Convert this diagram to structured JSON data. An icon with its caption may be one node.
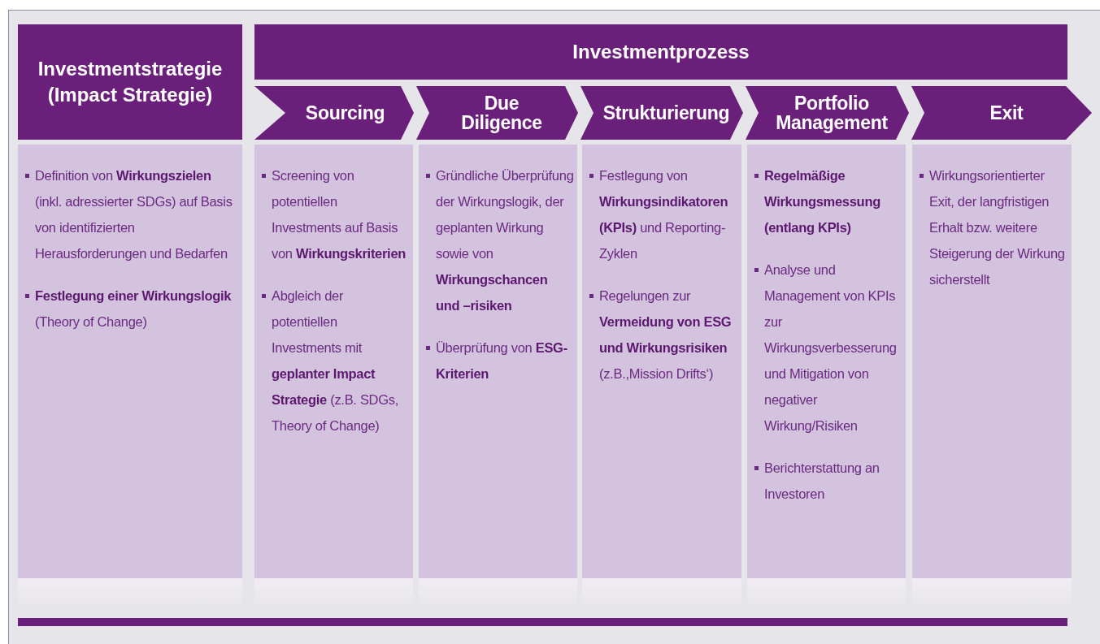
{
  "diagram": {
    "nodes": [
      {
        "text": [
          "Investmentstrategie (Impact Strategie)"
        ]
      },
      {
        "text": [
          "Investmentprozess"
        ]
      },
      {
        "text": [
          "Sourcing"
        ]
      },
      {
        "text": [
          "Due Diligence"
        ]
      },
      {
        "text": [
          "Strukturierung"
        ]
      },
      {
        "text": [
          "Portfolio Management"
        ]
      },
      {
        "text": [
          "Exit"
        ]
      },
      {
        "text": [
          "Definition von **Wirkungszielen** (inkl. adressierter SDGs) auf Basis von identifizierten Herausforderungen und Bedarfen",
          "**Festlegung einer Wirkungslogik** (Theory of Change)"
        ]
      },
      {
        "text": [
          "Screening von potentiellen Investments auf Basis von **Wirkungskriterien**",
          "Abgleich der potentiellen Investments mit **geplanter Impact Strategie** (z.B. SDGs, Theory of Change)"
        ]
      },
      {
        "text": [
          "Gründliche Überprüfung der Wirkungslogik, der geplanten Wirkung sowie von **Wirkungschancen und –risiken**",
          "Überprüfung von **ESG-Kriterien**"
        ]
      },
      {
        "text": [
          "Festlegung von **Wirkungsindikatoren (KPIs)** und Reporting-Zyklen",
          "Regelungen zur **Vermeidung von ESG und Wirkungsrisiken** (z.B.,Mission Drifts‘)"
        ]
      },
      {
        "text": [
          "**Regelmäßige Wirkungsmessung (entlang KPIs)**",
          "Analyse und Management von KPIs zur Wirkungsverbesserung und Mitigation von negativer Wirkung/Risiken",
          "Berichterstattung an Investoren"
        ]
      },
      {
        "text": [
          "Wirkungsorientierter Exit, der langfristigen Erhalt bzw. weitere Steigerung der Wirkung sicherstellt"
        ]
      }
    ]
  }
}
